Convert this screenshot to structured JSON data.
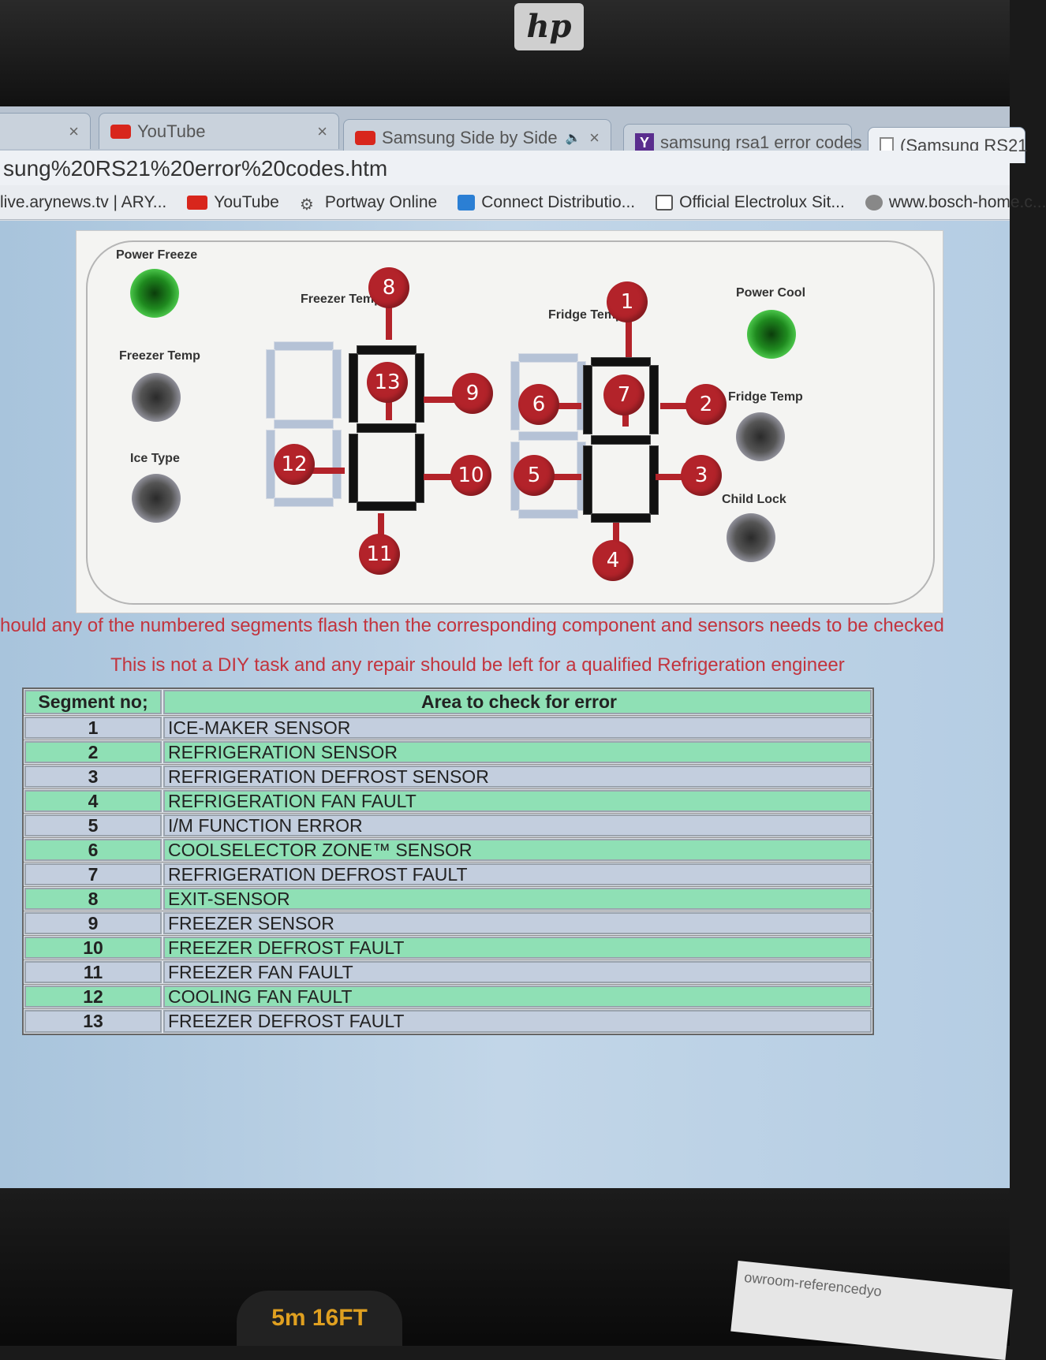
{
  "monitor": {
    "brand": "hp"
  },
  "tabs": [
    {
      "label": "",
      "icon": "blank"
    },
    {
      "label": "YouTube",
      "icon": "youtube-icon"
    },
    {
      "label": "Samsung Side by Side",
      "icon": "youtube-icon",
      "muted_icon": "🔈"
    },
    {
      "label": "samsung rsa1 error codes",
      "icon": "yahoo-icon"
    },
    {
      "label": "(Samsung RS21",
      "icon": "page-icon"
    }
  ],
  "url": "sung%20RS21%20error%20codes.htm",
  "bookmarks": [
    {
      "label": "live.arynews.tv | ARY...",
      "icon": "page"
    },
    {
      "label": "YouTube",
      "icon": "yt"
    },
    {
      "label": "Portway Online",
      "icon": "pw"
    },
    {
      "label": "Connect Distributio...",
      "icon": "cd"
    },
    {
      "label": "Official Electrolux Sit...",
      "icon": "el"
    },
    {
      "label": "www.bosch-home.c...",
      "icon": "bo"
    }
  ],
  "panel": {
    "labels": {
      "power_freeze": "Power Freeze",
      "freezer_temp_btn": "Freezer Temp",
      "ice_type": "Ice Type",
      "freezer_temp_display": "Freezer Temp",
      "fridge_temp_display": "Fridge Temp",
      "power_cool": "Power Cool",
      "fridge_temp_btn": "Fridge Temp",
      "child_lock": "Child Lock"
    },
    "markers": [
      "1",
      "2",
      "3",
      "4",
      "5",
      "6",
      "7",
      "8",
      "9",
      "10",
      "11",
      "12",
      "13"
    ]
  },
  "messages": {
    "line1": "hould any of the numbered segments flash then the corresponding component and sensors needs to be checked",
    "line2": "This is not a DIY task and any repair should be left for a qualified Refrigeration engineer"
  },
  "table": {
    "headers": [
      "Segment no;",
      "Area to check for error"
    ],
    "rows": [
      [
        "1",
        "ICE-MAKER SENSOR"
      ],
      [
        "2",
        "REFRIGERATION SENSOR"
      ],
      [
        "3",
        "REFRIGERATION DEFROST SENSOR"
      ],
      [
        "4",
        "REFRIGERATION FAN FAULT"
      ],
      [
        "5",
        "I/M FUNCTION ERROR"
      ],
      [
        "6",
        "COOLSELECTOR ZONE™ SENSOR"
      ],
      [
        "7",
        "REFRIGERATION DEFROST FAULT"
      ],
      [
        "8",
        "EXIT-SENSOR"
      ],
      [
        "9",
        "FREEZER SENSOR"
      ],
      [
        "10",
        "FREEZER DEFROST FAULT"
      ],
      [
        "11",
        "FREEZER FAN FAULT"
      ],
      [
        "12",
        "COOLING FAN FAULT"
      ],
      [
        "13",
        "FREEZER DEFROST FAULT"
      ]
    ]
  },
  "desk": {
    "tape_text": "5m 16FT",
    "paper_text": "owroom-referencedyo"
  },
  "colors": {
    "marker": "#b3232a",
    "message": "#c2343e",
    "row_green": "#8fe0b5",
    "row_blue": "#c3cede"
  }
}
